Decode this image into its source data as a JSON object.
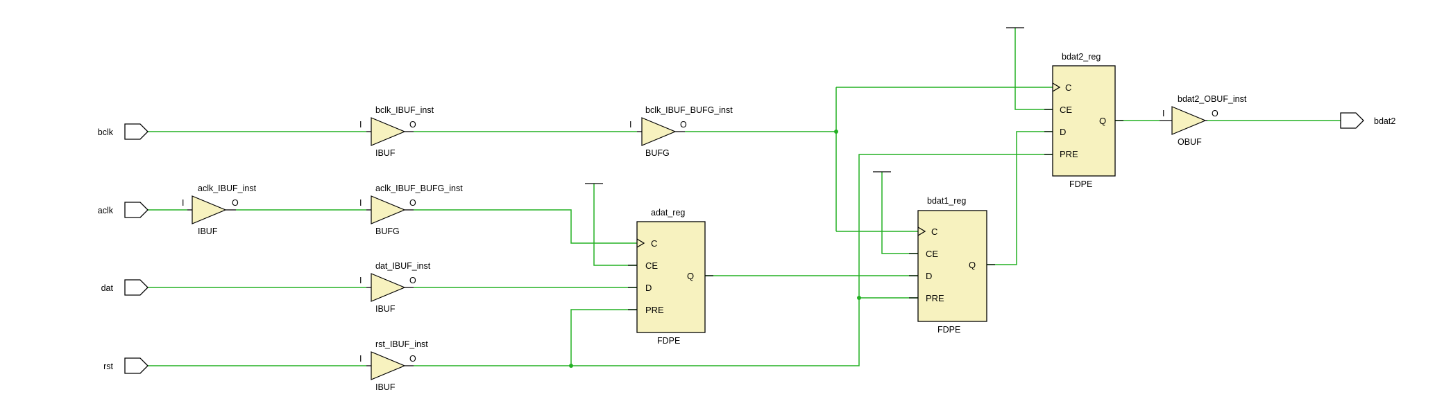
{
  "ports_in": [
    {
      "id": "bclk",
      "label": "bclk"
    },
    {
      "id": "aclk",
      "label": "aclk"
    },
    {
      "id": "dat",
      "label": "dat"
    },
    {
      "id": "rst",
      "label": "rst"
    }
  ],
  "port_out": {
    "id": "bdat2",
    "label": "bdat2"
  },
  "buffers": [
    {
      "id": "bclk_ibuf",
      "instance": "bclk_IBUF_inst",
      "type": "IBUF",
      "pin_in": "I",
      "pin_out": "O"
    },
    {
      "id": "bclk_bufg",
      "instance": "bclk_IBUF_BUFG_inst",
      "type": "BUFG",
      "pin_in": "I",
      "pin_out": "O"
    },
    {
      "id": "aclk_ibuf",
      "instance": "aclk_IBUF_inst",
      "type": "IBUF",
      "pin_in": "I",
      "pin_out": "O"
    },
    {
      "id": "aclk_bufg",
      "instance": "aclk_IBUF_BUFG_inst",
      "type": "BUFG",
      "pin_in": "I",
      "pin_out": "O"
    },
    {
      "id": "dat_ibuf",
      "instance": "dat_IBUF_inst",
      "type": "IBUF",
      "pin_in": "I",
      "pin_out": "O"
    },
    {
      "id": "rst_ibuf",
      "instance": "rst_IBUF_inst",
      "type": "IBUF",
      "pin_in": "I",
      "pin_out": "O"
    },
    {
      "id": "bdat2_obuf",
      "instance": "bdat2_OBUF_inst",
      "type": "OBUF",
      "pin_in": "I",
      "pin_out": "O"
    }
  ],
  "registers": [
    {
      "id": "adat_reg",
      "instance": "adat_reg",
      "type": "FDPE",
      "pins": {
        "c": "C",
        "ce": "CE",
        "d": "D",
        "pre": "PRE",
        "q": "Q"
      }
    },
    {
      "id": "bdat1_reg",
      "instance": "bdat1_reg",
      "type": "FDPE",
      "pins": {
        "c": "C",
        "ce": "CE",
        "d": "D",
        "pre": "PRE",
        "q": "Q"
      }
    },
    {
      "id": "bdat2_reg",
      "instance": "bdat2_reg",
      "type": "FDPE",
      "pins": {
        "c": "C",
        "ce": "CE",
        "d": "D",
        "pre": "PRE",
        "q": "Q"
      }
    }
  ],
  "colors": {
    "wire": "#22b022",
    "cell_fill": "#f7f2bf",
    "outline": "#000000",
    "background": "#ffffff"
  }
}
